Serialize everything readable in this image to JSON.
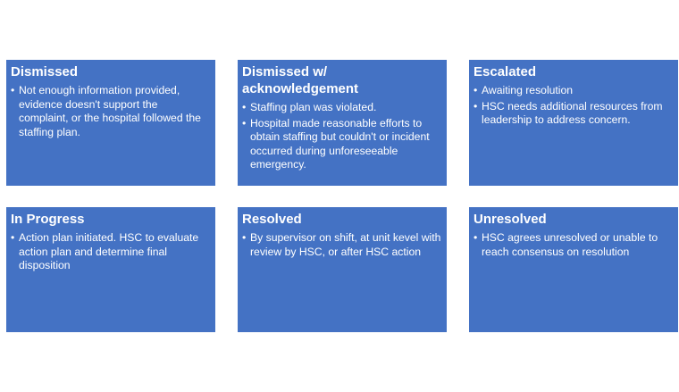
{
  "cards": [
    {
      "title": "Dismissed",
      "bullets": [
        "Not enough information provided, evidence doesn't support the complaint, or the hospital followed the staffing plan."
      ]
    },
    {
      "title": "Dismissed w/ acknowledgement",
      "bullets": [
        "Staffing plan was violated.",
        "Hospital made reasonable efforts to obtain staffing but couldn't or incident occurred during unforeseeable emergency."
      ]
    },
    {
      "title": "Escalated",
      "bullets": [
        "Awaiting resolution",
        "HSC needs additional resources from leadership to address concern."
      ]
    },
    {
      "title": "In Progress",
      "bullets": [
        "Action plan initiated. HSC to evaluate action plan and determine final disposition"
      ]
    },
    {
      "title": "Resolved",
      "bullets": [
        "By supervisor on shift, at unit kevel with review by HSC, or after HSC action"
      ]
    },
    {
      "title": "Unresolved",
      "bullets": [
        "HSC agrees unresolved or unable to reach consensus on resolution"
      ]
    }
  ],
  "colors": {
    "card_fill": "#4472c4",
    "text": "#ffffff"
  }
}
